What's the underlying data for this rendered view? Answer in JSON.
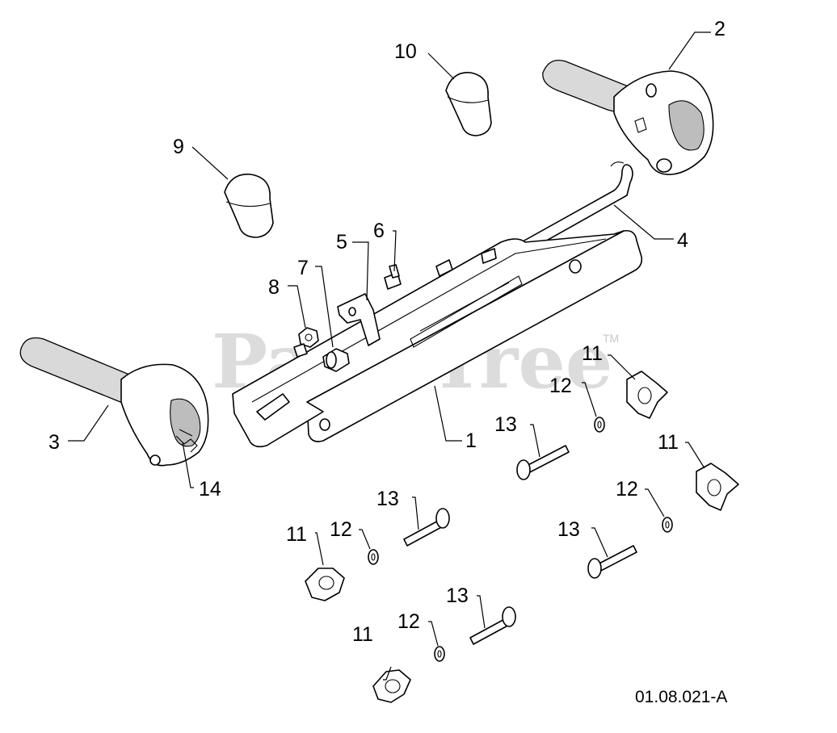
{
  "watermark": {
    "text": "PartsTree",
    "trademark": "TM"
  },
  "document_number": "01.08.021-A",
  "callouts": {
    "c1": "1",
    "c2": "2",
    "c3": "3",
    "c4": "4",
    "c5": "5",
    "c6": "6",
    "c7": "7",
    "c8": "8",
    "c9": "9",
    "c10": "10",
    "c11a": "11",
    "c11b": "11",
    "c11c": "11",
    "c11d": "11",
    "c12a": "12",
    "c12b": "12",
    "c12c": "12",
    "c12d": "12",
    "c13a": "13",
    "c13b": "13",
    "c13c": "13",
    "c13d": "13",
    "c14": "14"
  }
}
